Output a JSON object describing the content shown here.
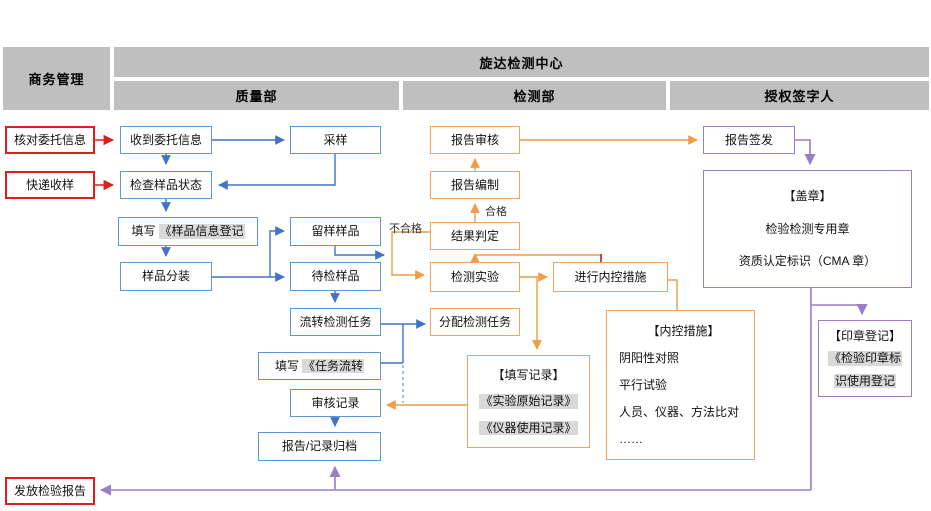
{
  "header": {
    "left": "商务管理",
    "center_title": "旋达检测中心",
    "col_quality": "质量部",
    "col_testing": "检测部",
    "col_signer": "授权签字人"
  },
  "labels": {
    "pass": "合格",
    "fail": "不合格"
  },
  "colors": {
    "header_bg": "#BFBFBF",
    "red": "#DD1F1F",
    "blue_box": "#5B9BD5",
    "blue_line": "#4472C4",
    "orange": "#F0A35E",
    "orange_line": "#ED9C47",
    "purple": "#9B7FC3",
    "maroon": "#B02418",
    "highlight": "#D9D9D9"
  },
  "nodes": {
    "check_info": "核对委托信息",
    "express_receive": "快递收样",
    "issue_report": "发放检验报告",
    "receive_info": "收到委托信息",
    "sampling": "采样",
    "check_sample": "检查样品状态",
    "fill_sample_prefix": "填写",
    "fill_sample_hl": "《样品信息登记",
    "sample_split": "样品分装",
    "retain_sample": "留样样品",
    "pending_sample": "待检样品",
    "transfer_task": "流转检测任务",
    "fill_task_prefix": "填写",
    "fill_task_hl": "《任务流转",
    "review_record": "审核记录",
    "archive": "报告/记录归档",
    "report_review": "报告审核",
    "report_prepare": "报告编制",
    "result_judge": "结果判定",
    "test_experiment": "检测实验",
    "assign_task": "分配检测任务",
    "internal_control": "进行内控措施",
    "fill_record": {
      "title": "【填写记录】",
      "items": [
        "《实验原始记录》",
        "《仪器使用记录》"
      ]
    },
    "ic_measures": {
      "title": "【内控措施】",
      "items": [
        "阴阳性对照",
        "平行试验",
        "人员、仪器、方法比对",
        "……"
      ]
    },
    "report_sign": "报告签发",
    "stamp": {
      "title": "【盖章】",
      "line1": "检验检测专用章",
      "line2": "资质认定标识（CMA 章）"
    },
    "seal_register": {
      "title": "【印章登记】",
      "hl1": "《检验印章标",
      "hl2": "识使用登记"
    }
  }
}
